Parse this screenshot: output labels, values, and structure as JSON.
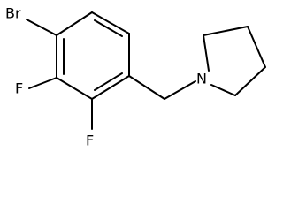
{
  "structure": {
    "atoms": {
      "bromine": "Br",
      "fluorine_upper": "F",
      "fluorine_lower": "F",
      "nitrogen": "N"
    }
  }
}
